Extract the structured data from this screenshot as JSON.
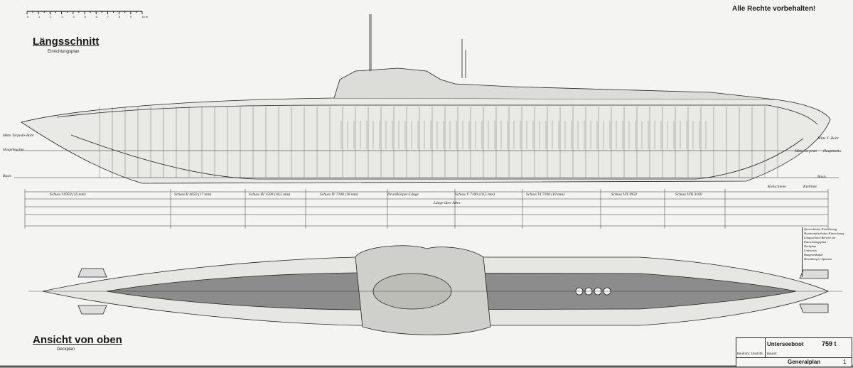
{
  "header": {
    "rights": "Alle Rechte vorbehalten!",
    "scale_bar_labels": [
      "0",
      "1",
      "2",
      "3",
      "4",
      "5",
      "6",
      "7",
      "8",
      "9",
      "10 m"
    ]
  },
  "side_view": {
    "title": "Längsschnitt",
    "subtitle": "Einrichtungsplan",
    "dimensions": [
      "Schuss I 6950 (16 mm)",
      "Schuss II 4650 (17 mm)",
      "Schuss III 1500 (18,5 mm)",
      "Schuss IV 7100 (18 mm)",
      "Druckkörper-Länge",
      "Schuss V 7100 (18,5 mm)",
      "Schuss VI 7100 (18 mm)",
      "Schuss VII 3950",
      "Schuss VIII 3100",
      "Länge über Alles"
    ],
    "side_labels_left": [
      "Mitte Torpedo-Rohr",
      "Hauptleuchte",
      "Basis"
    ],
    "side_labels_right": [
      "Mitte T.-Rohr",
      "Mitte Torpedo",
      "Haupttanks",
      "Basis",
      "Kielschiene",
      "Kiellinie"
    ]
  },
  "top_view": {
    "title": "Ansicht von oben",
    "subtitle": "Deckplan"
  },
  "legend": {
    "items": [
      "Querschnitte-Einrichtung",
      "Horizontalschnitte-Einrichtung",
      "Längsschnitt-Bericht zur Einrichtungsplan",
      "Deckplan",
      "Linienriss",
      "Baugrundsätze",
      "Druckkörper-Spanten"
    ]
  },
  "title_block": {
    "name": "Unterseeboot",
    "tonnage": "759 t",
    "plan": "Generalplan",
    "bauform": "Bauform: 1944/45",
    "bauort": "Bauort:",
    "sheet": "1"
  },
  "colors": {
    "paper": "#f4f4f2",
    "ink": "#1a1a1a",
    "deck_fill": "#8c8c8c"
  }
}
